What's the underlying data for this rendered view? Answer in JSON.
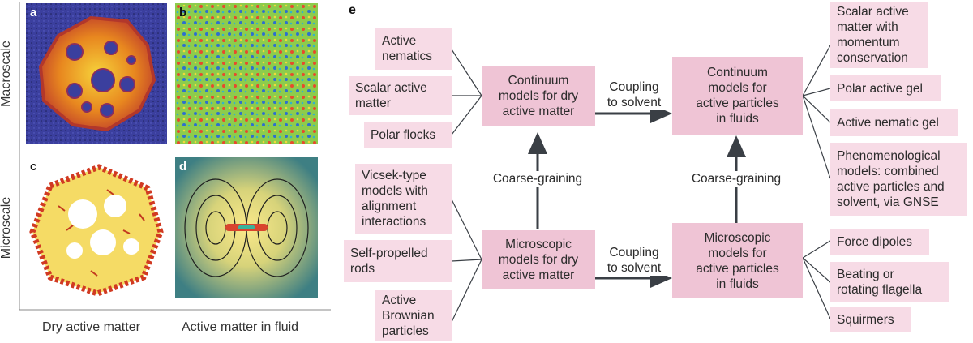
{
  "left": {
    "panels": [
      {
        "letter": "a"
      },
      {
        "letter": "b"
      },
      {
        "letter": "c"
      },
      {
        "letter": "d"
      }
    ],
    "row_labels": {
      "top": "Macroscale",
      "bottom": "Microscale"
    },
    "col_labels": {
      "left": "Dry active matter",
      "right": "Active matter in fluid"
    }
  },
  "diagram": {
    "letter": "e",
    "dry_inputs_top": [
      "Active\nnematics",
      "Scalar active\nmatter",
      "Polar flocks"
    ],
    "dry_inputs_bottom": [
      "Vicsek-type\nmodels with\nalignment\ninteractions",
      "Self-propelled\nrods",
      "Active\nBrownian\nparticles"
    ],
    "continuum_dry": "Continuum\nmodels for dry\nactive matter",
    "microscopic_dry": "Microscopic\nmodels for dry\nactive matter",
    "continuum_fluid": "Continuum\nmodels for\nactive particles\nin fluids",
    "microscopic_fluid": "Microscopic\nmodels for\nactive particles\nin fluids",
    "coupling_top": "Coupling\nto solvent",
    "coupling_bottom": "Coupling\nto solvent",
    "coarse_left": "Coarse-graining",
    "coarse_right": "Coarse-graining",
    "fluid_outputs_top": [
      "Scalar active\nmatter with\nmomentum\nconservation",
      "Polar active gel",
      "Active nematic gel",
      "Phenomenological\nmodels: combined\nactive particles and\nsolvent, via GNSE"
    ],
    "fluid_outputs_bottom": [
      "Force dipoles",
      "Beating or\nrotating flagella",
      "Squirmers"
    ]
  },
  "colors": {
    "box_light": "#f7dbe6",
    "box_dark": "#efc4d5",
    "arrow": "#3a3f45"
  }
}
